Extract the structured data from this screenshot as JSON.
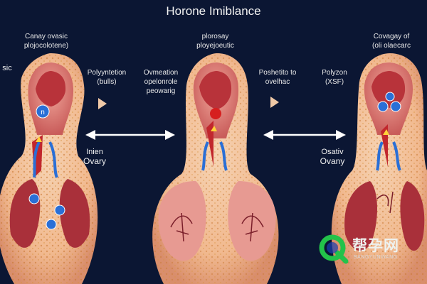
{
  "title": "Horone Imiblance",
  "panels": {
    "left": {
      "label_top_line1": "Canay ovasic",
      "label_top_line2": "plojocolotene)",
      "label_side": "sic",
      "ovary_line1": "Inien",
      "ovary_line2": "Ovary"
    },
    "center": {
      "label_top_line1": "plorosay",
      "label_top_line2": "ployejoeutic"
    },
    "right": {
      "label_top_line1": "Covagay of",
      "label_top_line2": "(oli olaecarc",
      "ovary_line1": "Osativ",
      "ovary_line2": "Ovany"
    }
  },
  "middle_labels": {
    "left_line1": "Polyyntetion",
    "left_line2": "(bulls)",
    "center_line1": "Ovmeation",
    "center_line2": "opelonrole",
    "center_line3": "peowarig",
    "right_line1": "Poshetito to",
    "right_line2": "ovelhac",
    "far_right_line1": "Polyzon",
    "far_right_line2": "(XSF)"
  },
  "watermark": {
    "text": "帮孕网",
    "sub": "BANGYUNWANG"
  },
  "colors": {
    "background": "#0b1633",
    "tissue_outer": "#f4c9a6",
    "tissue_inner": "#e7877a",
    "organ_red": "#c1272d",
    "vessel_blue": "#2a6fd6",
    "arrow": "#ffffff"
  }
}
